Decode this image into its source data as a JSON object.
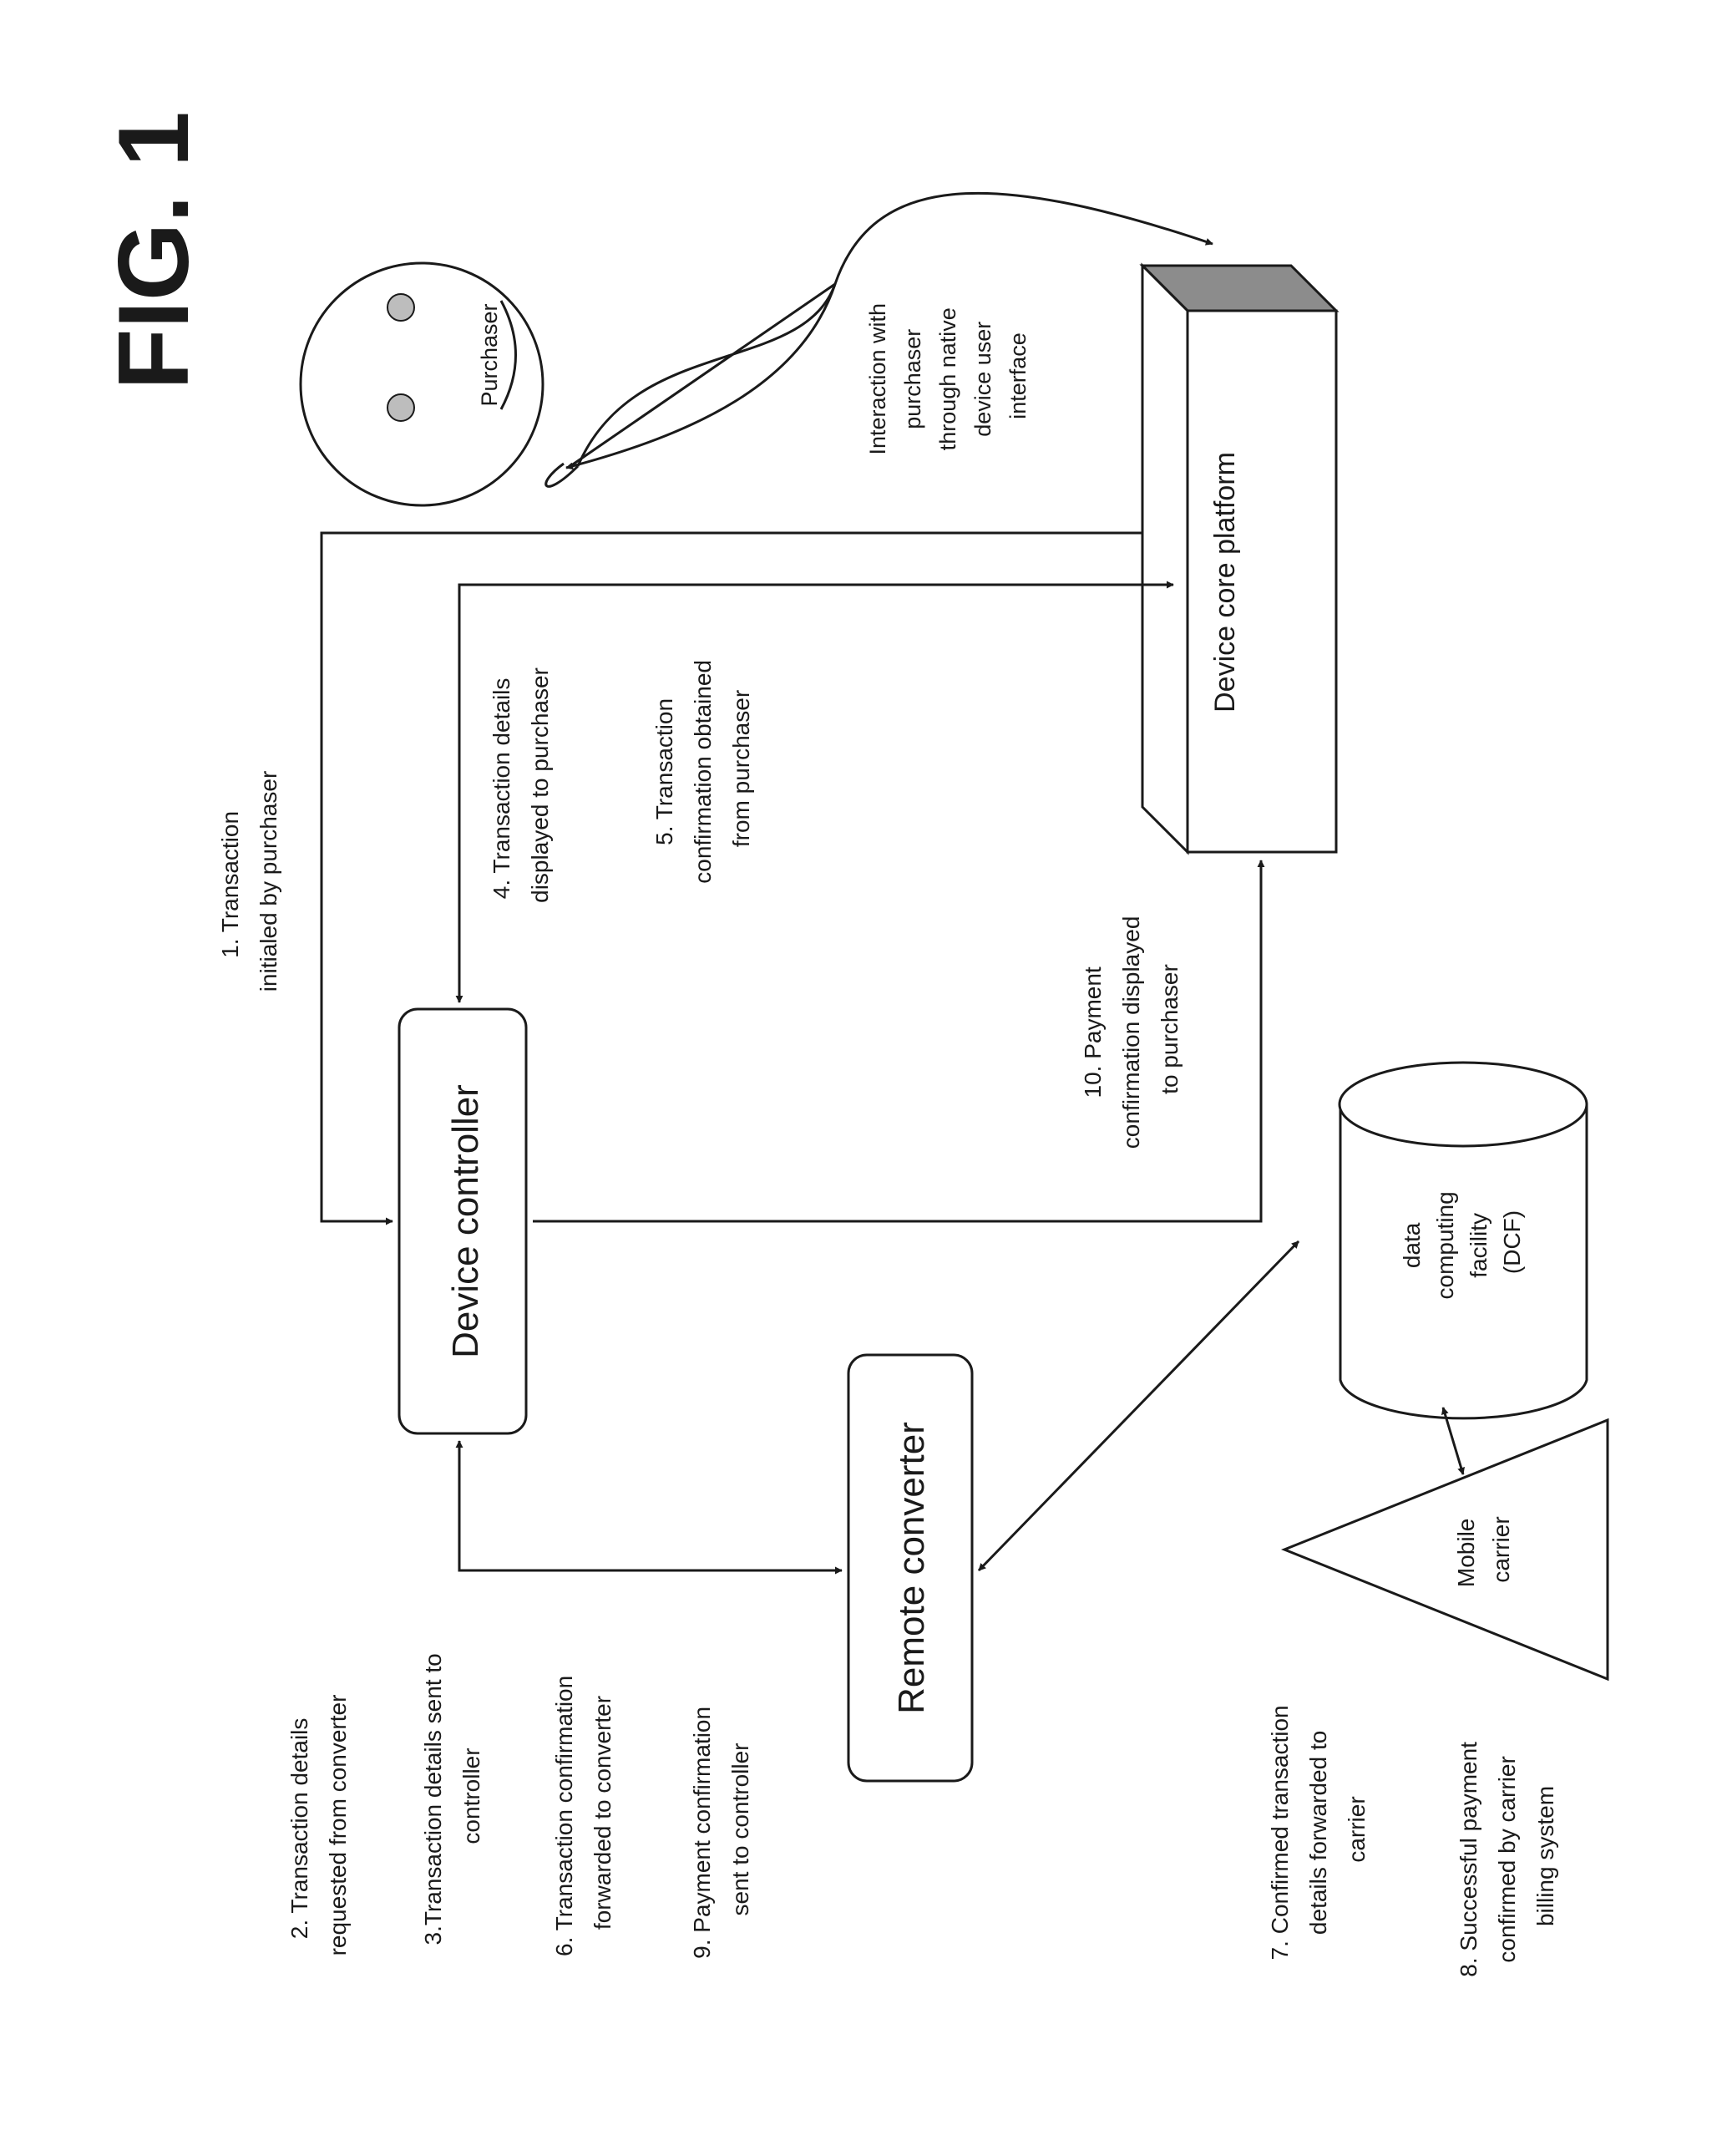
{
  "figure": {
    "title": "FIG. 1"
  },
  "nodes": {
    "purchaser": "Purchaser",
    "device_core_platform": "Device core platform",
    "device_controller": "Device controller",
    "remote_converter": "Remote converter",
    "dcf": [
      "data",
      "computing",
      "facility",
      "(DCF)"
    ],
    "mobile_carrier": [
      "Mobile",
      "carrier"
    ]
  },
  "interaction_label": [
    "Interaction with",
    "purchaser",
    "through native",
    "device user",
    "interface"
  ],
  "steps": {
    "s1": [
      "1.  Transaction",
      "initialed by purchaser"
    ],
    "s2": [
      "2. Transaction details",
      "requested from converter"
    ],
    "s3": [
      "3.Transaction details sent to",
      "controller"
    ],
    "s4": [
      "4. Transaction details",
      "displayed to purchaser"
    ],
    "s5": [
      "5. Transaction",
      "confirmation obtained",
      "from purchaser"
    ],
    "s6": [
      "6. Transaction confirmation",
      "forwarded to converter"
    ],
    "s7": [
      "7. Confirmed transaction",
      "details forwarded to",
      "carrier"
    ],
    "s8": [
      "8. Successful payment",
      "confirmed by carrier",
      "billing system"
    ],
    "s9": [
      "9. Payment confirmation",
      "sent to controller"
    ],
    "s10": [
      "10. Payment",
      "confirmation displayed",
      "to purchaser"
    ]
  }
}
